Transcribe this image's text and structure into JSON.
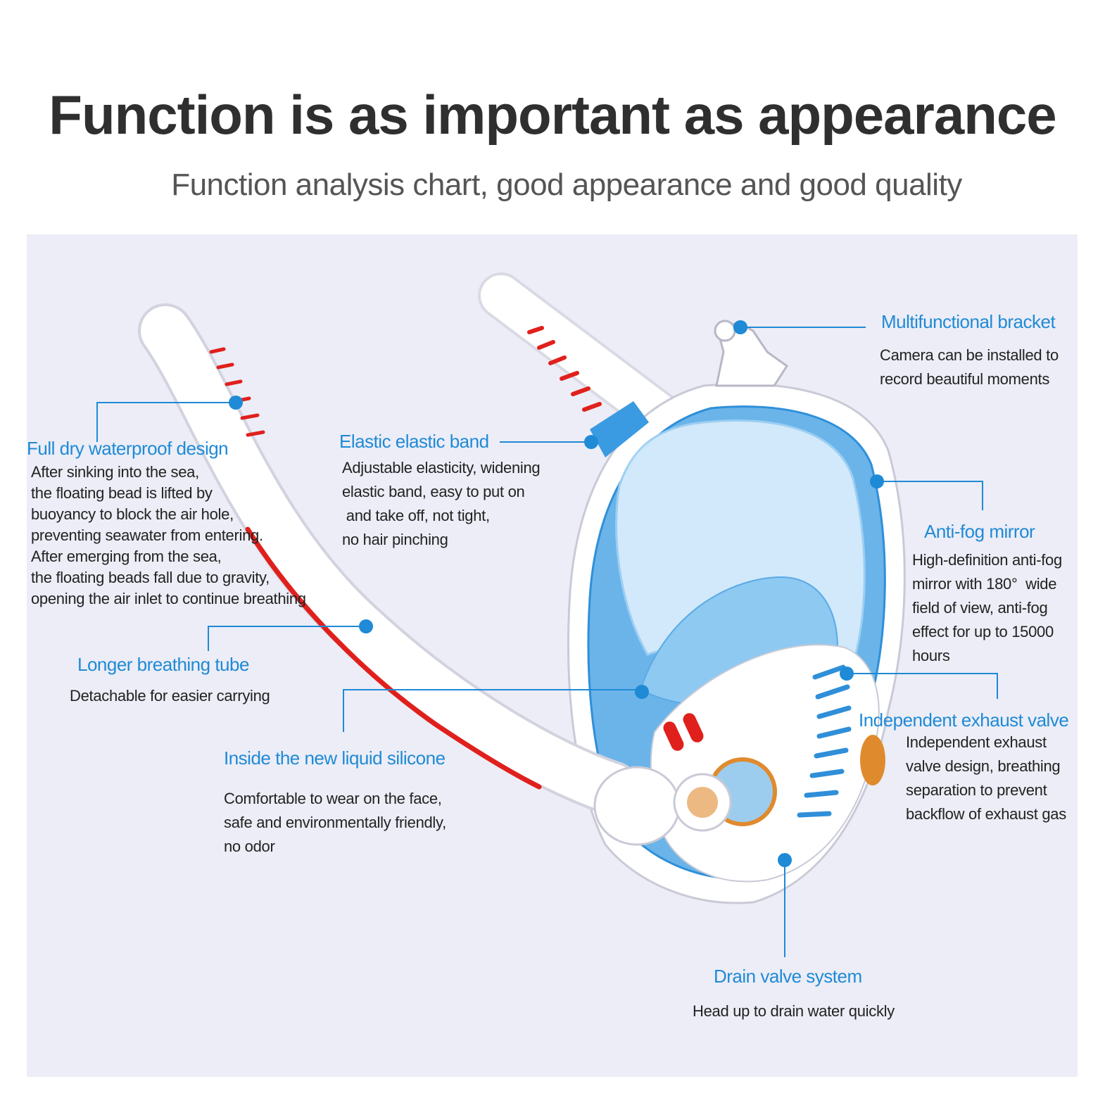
{
  "header": {
    "title": "Function is as important as appearance",
    "subtitle": "Function analysis chart, good appearance and good quality"
  },
  "colors": {
    "accent": "#1f8ad6",
    "panel": "#ecedf6",
    "mask_blue": "#6ab4ea",
    "tube_red": "#e0201c"
  },
  "features": {
    "dry_design": {
      "label": "Full dry waterproof design",
      "lines": [
        "After sinking into the sea,",
        "the floating bead is lifted by",
        "buoyancy to block the air hole,",
        "preventing seawater from entering.",
        "After emerging from the sea,",
        "the floating beads fall due to gravity,",
        "opening the air inlet to continue breathing"
      ]
    },
    "elastic_band": {
      "label": "Elastic elastic band",
      "lines": [
        "Adjustable elasticity, widening",
        "elastic band, easy to put on",
        " and take off, not tight,",
        "no hair pinching"
      ]
    },
    "bracket": {
      "label": "Multifunctional bracket",
      "lines": [
        "Camera can be installed to",
        "record beautiful moments"
      ]
    },
    "anti_fog": {
      "label": "Anti-fog mirror",
      "lines": [
        "High-definition anti-fog",
        "mirror with 180°  wide",
        "field of view, anti-fog",
        "effect for up to 15000",
        "hours"
      ]
    },
    "tube": {
      "label": "Longer breathing tube",
      "lines": [
        "Detachable for easier carrying"
      ]
    },
    "silicone": {
      "label": "Inside the new liquid silicone",
      "lines": [
        "Comfortable to wear on the face,",
        "safe and environmentally friendly,",
        "no odor"
      ]
    },
    "exhaust": {
      "label": "Independent exhaust valve",
      "lines": [
        "Independent exhaust",
        "valve design, breathing",
        "separation to prevent",
        "backflow of exhaust gas"
      ]
    },
    "drain": {
      "label": "Drain valve system",
      "lines": [
        "Head up to drain water quickly"
      ]
    }
  }
}
